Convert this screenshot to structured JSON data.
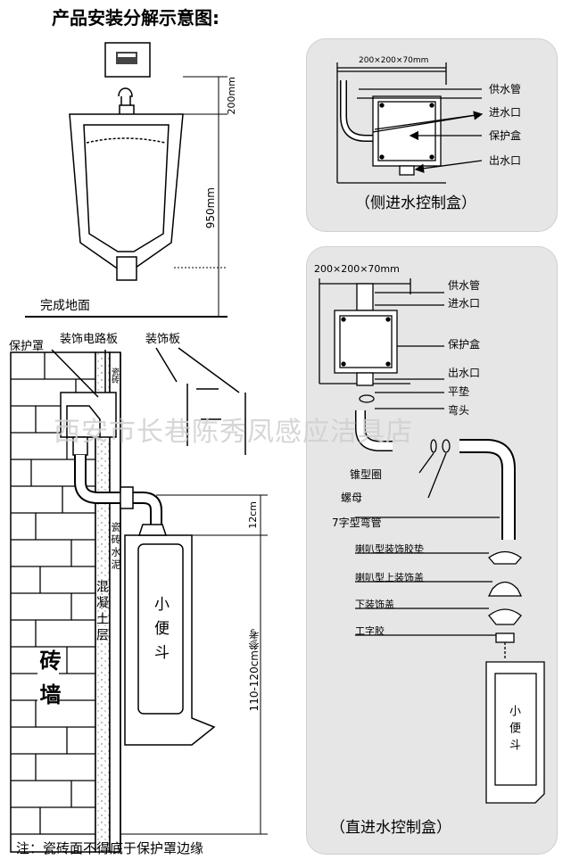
{
  "title": "产品安装分解示意图:",
  "top_left": {
    "dim_200": "200mm",
    "dim_950": "950mm",
    "floor_label": "完成地面"
  },
  "side_panel": {
    "dims": "200×200×70mm",
    "labels": [
      "供水管",
      "进水口",
      "保护盒",
      "出水口"
    ],
    "caption": "（侧进水控制盒）"
  },
  "direct_panel": {
    "dims": "200×200×70mm",
    "labels": [
      "供水管",
      "进水口",
      "保护盒",
      "出水口",
      "平垫",
      "弯头",
      "锥型圈",
      "螺母",
      "7字型弯管",
      "喇叭型装饰胶垫",
      "喇叭型上装饰盖",
      "下装饰盖",
      "工字胶"
    ],
    "urinal": "小便斗",
    "caption": "（直进水控制盒）"
  },
  "wall_section": {
    "cover": "保护罩",
    "circuit_board": "装饰电路板",
    "deco_board": "装饰板",
    "tile": "瓷砖",
    "tile_cement": "瓷砖水泥",
    "concrete": "混凝土层",
    "brick_wall": "砖墙",
    "urinal": "小便斗",
    "dim_12": "12cm",
    "dim_110": "110-120cm参考"
  },
  "note": "注：瓷砖面不得底于保护罩边缘",
  "watermark": "西安市长巷陈秀凤感应洁具店"
}
